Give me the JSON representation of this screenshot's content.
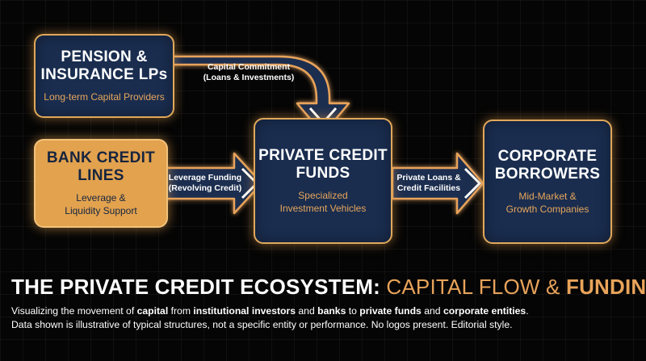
{
  "nodes": {
    "pension": {
      "title_line1": "PENSION &",
      "title_line2": "INSURANCE LPs",
      "subtitle": "Long-term Capital Providers"
    },
    "bank": {
      "title_line1": "BANK CREDIT",
      "title_line2": "LINES",
      "subtitle_line1": "Leverage &",
      "subtitle_line2": "Liquidity Support"
    },
    "funds": {
      "title_line1": "PRIVATE CREDIT",
      "title_line2": "FUNDS",
      "subtitle_line1": "Specialized",
      "subtitle_line2": "Investment Vehicles"
    },
    "corporate": {
      "title_line1": "CORPORATE",
      "title_line2": "BORROWERS",
      "subtitle_line1": "Mid-Market &",
      "subtitle_line2": "Growth Companies"
    }
  },
  "flows": {
    "commitment": {
      "line1": "Capital Commitment",
      "line2": "(Loans & Investments)"
    },
    "leverage": {
      "line1": "Leverage Funding",
      "line2": "(Revolving Credit)"
    },
    "loans": {
      "line1": "Private Loans &",
      "line2": "Credit Facilities"
    }
  },
  "headline": {
    "part1": "THE PRIVATE CREDIT ECOSYSTEM: ",
    "part2": "CAPITAL FLOW & ",
    "part3": "FUNDING"
  },
  "caption": {
    "s1": "Visualizing the movement of ",
    "b1": "capital",
    "s2": " from ",
    "b2": "institutional investors",
    "s3": " and ",
    "b3": "banks",
    "s4": " to ",
    "b4": "private funds",
    "s5": " and ",
    "b5": "corporate entities",
    "s6": ".",
    "line2": "Data shown is illustrative of typical structures, not a specific entity or performance. No logos present. Editorial style."
  },
  "colors": {
    "navy": "#1a2d4f",
    "gold": "#e2a24e",
    "accent": "#e8a35a",
    "background": "#050505"
  }
}
